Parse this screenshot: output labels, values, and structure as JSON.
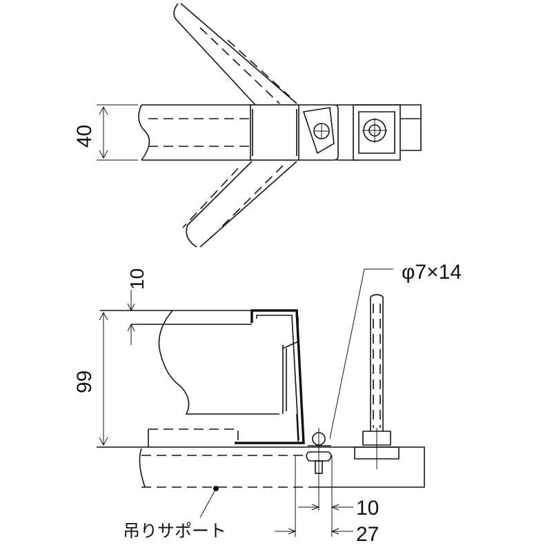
{
  "top_view": {
    "dim_height": "40"
  },
  "side_view": {
    "dim_flange": "10",
    "dim_height": "99",
    "bolt_spec": "φ7×14",
    "dim_bolt_offset": "10",
    "dim_clamp_offset": "27",
    "label_support": "吊りサポート"
  }
}
